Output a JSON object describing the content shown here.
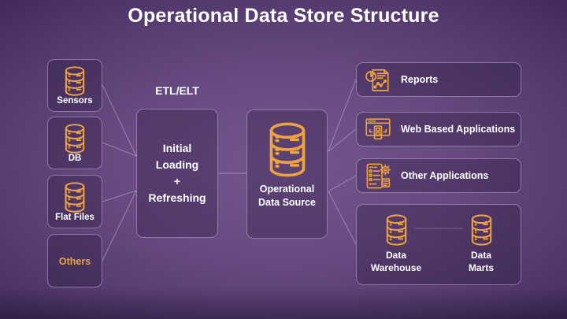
{
  "title": "Operational Data Store Structure",
  "colors": {
    "accent_orange": "#F0A23C",
    "background_center": "#74568F",
    "background_edge": "#2C1B3F",
    "box_border": "#CDBCE8",
    "connector_line": "#CBB9E2",
    "text": "#FFFFFF",
    "others_text": "#E9A43F"
  },
  "sources": {
    "items": [
      {
        "label": "Sensors",
        "icon": "database-icon"
      },
      {
        "label": "DB",
        "icon": "database-icon"
      },
      {
        "label": "Flat Files",
        "icon": "database-icon"
      },
      {
        "label": "Others",
        "icon": "none"
      }
    ]
  },
  "etl": {
    "heading": "ETL/ELT",
    "process_label": "Initial\nLoading\n+\nRefreshing"
  },
  "ods": {
    "label": "Operational\nData Source",
    "icon": "database-icon"
  },
  "consumers": {
    "items": [
      {
        "label": "Reports",
        "icon": "report-icon"
      },
      {
        "label": "Web Based Applications",
        "icon": "web-browser-icon"
      },
      {
        "label": "Other Applications",
        "icon": "application-gear-icon"
      }
    ]
  },
  "storage": {
    "items": [
      {
        "label": "Data\nWarehouse",
        "icon": "database-icon"
      },
      {
        "label": "Data\nMarts",
        "icon": "database-icon"
      }
    ]
  }
}
